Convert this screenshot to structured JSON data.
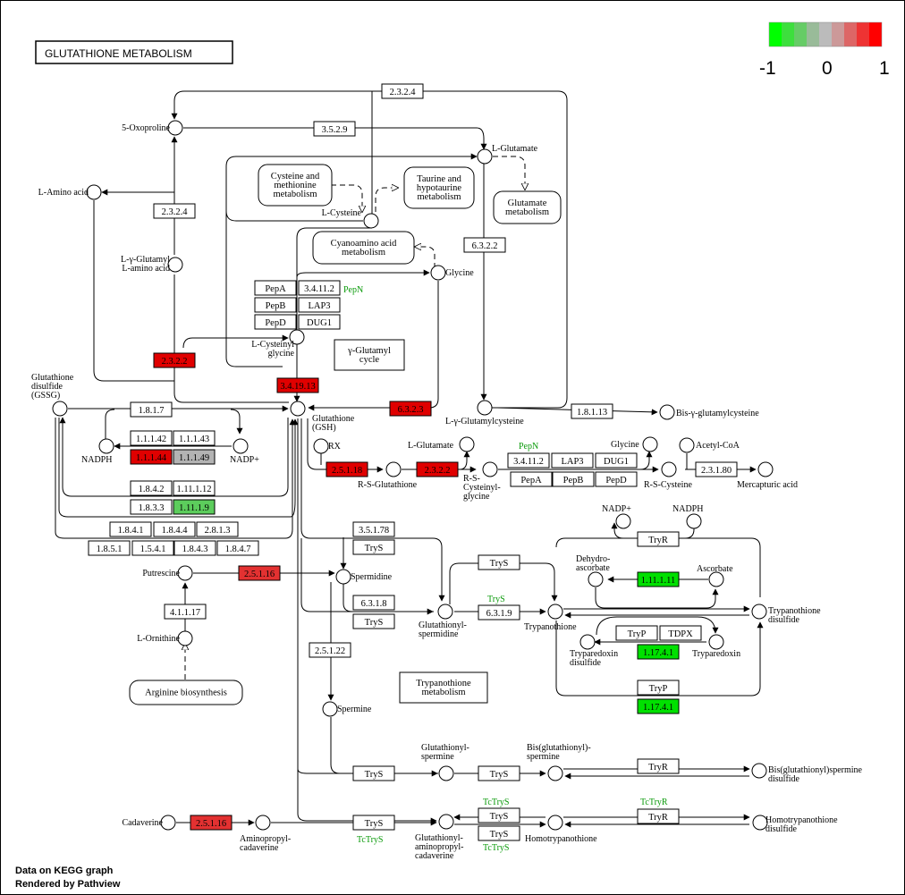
{
  "title": "GLUTATHIONE  METABOLISM",
  "legend": {
    "min": "-1",
    "mid": "0",
    "max": "1",
    "colors": [
      "#00ff00",
      "#3ddf3d",
      "#66cc66",
      "#99bb99",
      "#bbbbbb",
      "#cc9999",
      "#dd6666",
      "#ee3333",
      "#ff0000"
    ]
  },
  "footer": {
    "line1": "Data on KEGG graph",
    "line2": "Rendered by Pathview"
  },
  "colors": {
    "red": "#e00000",
    "red_light": "#e33131",
    "green": "#00e000",
    "green_light": "#5ccd5c",
    "gray": "#b3b3b3"
  },
  "compounds": [
    {
      "id": "5oxoproline",
      "label": "5-Oxoproline"
    },
    {
      "id": "lglutamate1",
      "label": "L-Glutamate"
    },
    {
      "id": "laminoacid",
      "label": "L-Amino acid"
    },
    {
      "id": "lcysteine",
      "label": "L-Cysteine"
    },
    {
      "id": "lgammaglu",
      "label": "L-γ-Glutamyl\nL-amino acid"
    },
    {
      "id": "glycine1",
      "label": "Glycine"
    },
    {
      "id": "lcysglyc",
      "label": "L-Cysteinyl\nglycine"
    },
    {
      "id": "gssg",
      "label": "Glutathione\ndisulfide\n(GSSG)"
    },
    {
      "id": "gsh",
      "label": "Glutathione\n(GSH)"
    },
    {
      "id": "lgglucys",
      "label": "L-γ-Glutamylcysteine"
    },
    {
      "id": "bisgglucys",
      "label": "Bis-γ-glutamylcysteine"
    },
    {
      "id": "nadph1",
      "label": "NADPH"
    },
    {
      "id": "nadp1",
      "label": "NADP+"
    },
    {
      "id": "rx",
      "label": "RX"
    },
    {
      "id": "lglutamate2",
      "label": "L-Glutamate"
    },
    {
      "id": "rsglut",
      "label": "R-S-Glutathione"
    },
    {
      "id": "rscysgly",
      "label": "R-S-\nCysteinyl-\nglycine"
    },
    {
      "id": "glycine2",
      "label": "Glycine"
    },
    {
      "id": "acetylcoa",
      "label": "Acetyl-CoA"
    },
    {
      "id": "rscys",
      "label": "R-S-Cysteine"
    },
    {
      "id": "mercap",
      "label": "Mercapturic acid"
    },
    {
      "id": "nadp2",
      "label": "NADP+"
    },
    {
      "id": "nadph2",
      "label": "NADPH"
    },
    {
      "id": "dehydroasc",
      "label": "Dehydro-\nascorbate"
    },
    {
      "id": "ascorbate",
      "label": "Ascorbate"
    },
    {
      "id": "putrescine",
      "label": "Putrescine"
    },
    {
      "id": "spermidine",
      "label": "Spermidine"
    },
    {
      "id": "glutspd",
      "label": "Glutathionyl-\nspermidine"
    },
    {
      "id": "trypanothione",
      "label": "Trypanothione"
    },
    {
      "id": "trypdisulf",
      "label": "Trypanothione\ndisulfide"
    },
    {
      "id": "lornithine",
      "label": "L-Ornithine"
    },
    {
      "id": "trypredox_dis",
      "label": "Tryparedoxin\ndisulfide"
    },
    {
      "id": "trypredox",
      "label": "Tryparedoxin"
    },
    {
      "id": "spermine",
      "label": "Spermine"
    },
    {
      "id": "glutspm",
      "label": "Glutathionyl-\nspermine"
    },
    {
      "id": "bisglutspm",
      "label": "Bis(glutathionyl)-\nspermine"
    },
    {
      "id": "bisglutspmdis",
      "label": "Bis(glutathionyl)spermine\ndisulfide"
    },
    {
      "id": "cadaverine",
      "label": "Cadaverine"
    },
    {
      "id": "aminopropcad",
      "label": "Aminopropyl-\ncadaverine"
    },
    {
      "id": "glutaminopropcad",
      "label": "Glutathionyl-\naminopropyl-\ncadaverine"
    },
    {
      "id": "homotryp",
      "label": "Homotrypanothione"
    },
    {
      "id": "homotrypdis",
      "label": "Homotrypanothione\ndisulfide"
    }
  ],
  "maps": [
    {
      "id": "map_cys",
      "label": "Cysteine and\nmethionine\nmetabolism"
    },
    {
      "id": "map_taurine",
      "label": "Taurine and\nhypotaurine\nmetabolism"
    },
    {
      "id": "map_glutamate",
      "label": "Glutamate\nmetabolism"
    },
    {
      "id": "map_cyano",
      "label": "Cyanoamino acid\nmetabolism"
    },
    {
      "id": "map_gamma",
      "label": "γ-Glutamyl\ncycle"
    },
    {
      "id": "map_arginine",
      "label": "Arginine biosynthesis"
    },
    {
      "id": "map_tryp",
      "label": "Trypanothione\nmetabolism"
    }
  ],
  "enzymes": [
    {
      "id": "e1",
      "label": "2.3.2.4",
      "fill": "#ffffff"
    },
    {
      "id": "e2",
      "label": "3.5.2.9",
      "fill": "#ffffff"
    },
    {
      "id": "e3",
      "label": "2.3.2.4",
      "fill": "#ffffff"
    },
    {
      "id": "e4",
      "label": "6.3.2.2",
      "fill": "#ffffff"
    },
    {
      "id": "e5",
      "label": "PepA",
      "fill": "#ffffff"
    },
    {
      "id": "e6",
      "label": "3.4.11.2",
      "fill": "#ffffff"
    },
    {
      "id": "e7",
      "label": "PepB",
      "fill": "#ffffff"
    },
    {
      "id": "e8",
      "label": "LAP3",
      "fill": "#ffffff"
    },
    {
      "id": "e9",
      "label": "PepD",
      "fill": "#ffffff"
    },
    {
      "id": "e10",
      "label": "DUG1",
      "fill": "#ffffff"
    },
    {
      "id": "e11",
      "label": "2.3.2.2",
      "fill": "#e00000"
    },
    {
      "id": "e12",
      "label": "3.4.19.13",
      "fill": "#e00000"
    },
    {
      "id": "e13",
      "label": "6.3.2.3",
      "fill": "#e00000"
    },
    {
      "id": "e14",
      "label": "1.8.1.7",
      "fill": "#ffffff"
    },
    {
      "id": "e15",
      "label": "1.8.1.13",
      "fill": "#ffffff"
    },
    {
      "id": "e16",
      "label": "1.1.1.42",
      "fill": "#ffffff"
    },
    {
      "id": "e17",
      "label": "1.1.1.43",
      "fill": "#ffffff"
    },
    {
      "id": "e18",
      "label": "1.1.1.44",
      "fill": "#e00000"
    },
    {
      "id": "e19",
      "label": "1.1.1.49",
      "fill": "#b3b3b3"
    },
    {
      "id": "e20",
      "label": "2.5.1.18",
      "fill": "#e00000"
    },
    {
      "id": "e21",
      "label": "2.3.2.2",
      "fill": "#e00000"
    },
    {
      "id": "e22",
      "label": "3.4.11.2",
      "fill": "#ffffff"
    },
    {
      "id": "e23",
      "label": "LAP3",
      "fill": "#ffffff"
    },
    {
      "id": "e24",
      "label": "DUG1",
      "fill": "#ffffff"
    },
    {
      "id": "e25",
      "label": "PepA",
      "fill": "#ffffff"
    },
    {
      "id": "e26",
      "label": "PepB",
      "fill": "#ffffff"
    },
    {
      "id": "e27",
      "label": "PepD",
      "fill": "#ffffff"
    },
    {
      "id": "e28",
      "label": "2.3.1.80",
      "fill": "#ffffff"
    },
    {
      "id": "e29",
      "label": "1.8.4.2",
      "fill": "#ffffff"
    },
    {
      "id": "e30",
      "label": "1.11.1.12",
      "fill": "#ffffff"
    },
    {
      "id": "e31",
      "label": "1.8.3.3",
      "fill": "#ffffff"
    },
    {
      "id": "e32",
      "label": "1.11.1.9",
      "fill": "#5ccd5c"
    },
    {
      "id": "e33",
      "label": "1.8.4.1",
      "fill": "#ffffff"
    },
    {
      "id": "e34",
      "label": "1.8.4.4",
      "fill": "#ffffff"
    },
    {
      "id": "e35",
      "label": "2.8.1.3",
      "fill": "#ffffff"
    },
    {
      "id": "e36",
      "label": "1.8.5.1",
      "fill": "#ffffff"
    },
    {
      "id": "e37",
      "label": "1.5.4.1",
      "fill": "#ffffff"
    },
    {
      "id": "e38",
      "label": "1.8.4.3",
      "fill": "#ffffff"
    },
    {
      "id": "e39",
      "label": "1.8.4.7",
      "fill": "#ffffff"
    },
    {
      "id": "e40",
      "label": "3.5.1.78",
      "fill": "#ffffff"
    },
    {
      "id": "e41",
      "label": "TryS",
      "fill": "#ffffff"
    },
    {
      "id": "e42",
      "label": "2.5.1.16",
      "fill": "#e33131"
    },
    {
      "id": "e43",
      "label": "TryS",
      "fill": "#ffffff"
    },
    {
      "id": "e44",
      "label": "6.3.1.8",
      "fill": "#ffffff"
    },
    {
      "id": "e45",
      "label": "TryS",
      "fill": "#ffffff"
    },
    {
      "id": "e46",
      "label": "6.3.1.9",
      "fill": "#ffffff"
    },
    {
      "id": "e47",
      "label": "4.1.1.17",
      "fill": "#ffffff"
    },
    {
      "id": "e48",
      "label": "TryR",
      "fill": "#ffffff"
    },
    {
      "id": "e49",
      "label": "1.11.1.11",
      "fill": "#00e000"
    },
    {
      "id": "e50",
      "label": "TryP",
      "fill": "#ffffff"
    },
    {
      "id": "e51",
      "label": "TDPX",
      "fill": "#ffffff"
    },
    {
      "id": "e52",
      "label": "1.17.4.1",
      "fill": "#00e000"
    },
    {
      "id": "e53",
      "label": "TryP",
      "fill": "#ffffff"
    },
    {
      "id": "e54",
      "label": "1.17.4.1",
      "fill": "#00e000"
    },
    {
      "id": "e55",
      "label": "2.5.1.22",
      "fill": "#ffffff"
    },
    {
      "id": "e56",
      "label": "TryS",
      "fill": "#ffffff"
    },
    {
      "id": "e57",
      "label": "TryS",
      "fill": "#ffffff"
    },
    {
      "id": "e58",
      "label": "TryR",
      "fill": "#ffffff"
    },
    {
      "id": "e59",
      "label": "2.5.1.16",
      "fill": "#e33131"
    },
    {
      "id": "e60",
      "label": "TryS",
      "fill": "#ffffff"
    },
    {
      "id": "e61",
      "label": "TryS",
      "fill": "#ffffff"
    },
    {
      "id": "e62",
      "label": "TryS",
      "fill": "#ffffff"
    },
    {
      "id": "e63",
      "label": "TryR",
      "fill": "#ffffff"
    }
  ],
  "gene_labels": [
    {
      "id": "g1",
      "label": "PepN"
    },
    {
      "id": "g2",
      "label": "PepN"
    },
    {
      "id": "g3",
      "label": "TryS"
    },
    {
      "id": "g4",
      "label": "TcTryS"
    },
    {
      "id": "g5",
      "label": "TcTryR"
    },
    {
      "id": "g6",
      "label": "TcTryS"
    },
    {
      "id": "g7",
      "label": "TcTryS"
    }
  ]
}
